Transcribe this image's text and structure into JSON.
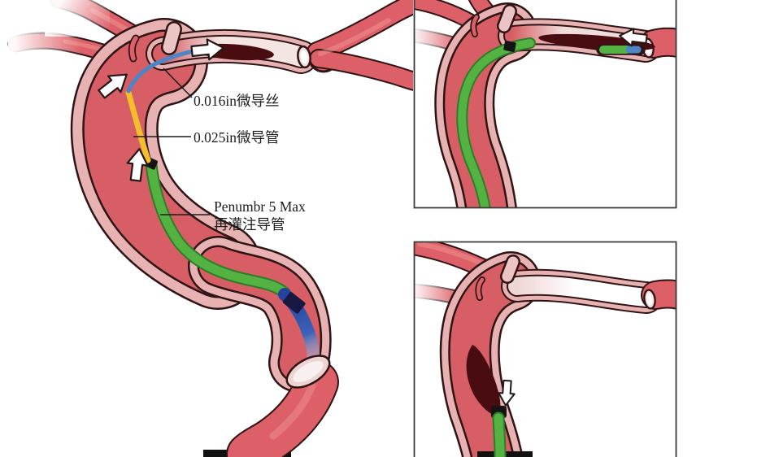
{
  "figure": {
    "type": "medical-procedure-illustration",
    "subject": "aspiration thrombectomy with reperfusion catheter in cerebral artery",
    "labels": {
      "microwire": "0.016in微导丝",
      "microcatheter": "0.025in微导管",
      "reperfusion_name": "Penumbr 5 Max",
      "reperfusion_desc": "再灌注导管"
    },
    "colors": {
      "background": "#ffffff",
      "vessel_outline": "#2e1414",
      "vessel_wall_pink": "#e9b2b2",
      "vessel_wall_pale": "#ecc4c4",
      "lumen_red": "#d65e64",
      "lumen_pale": "#f4e4e2",
      "branch_red": "#dd6069",
      "branch_highlight": "#ee8f8c",
      "thrombus_dark": "#490c11",
      "catheter_green": "#54b243",
      "catheter_green_edge": "#2e7d28",
      "microcatheter_yellow": "#f3bd2c",
      "microwire_blue": "#4d86c8",
      "guide_catheter_blue": "#2a4da6",
      "guide_marker_navy": "#181843",
      "marker_black": "#151515",
      "arrow_white": "#ffffff",
      "arrow_outline": "#241717",
      "frame_border": "#3a3a3a",
      "label_text": "#1c1c1c",
      "cut_bar_black": "#111111"
    }
  }
}
